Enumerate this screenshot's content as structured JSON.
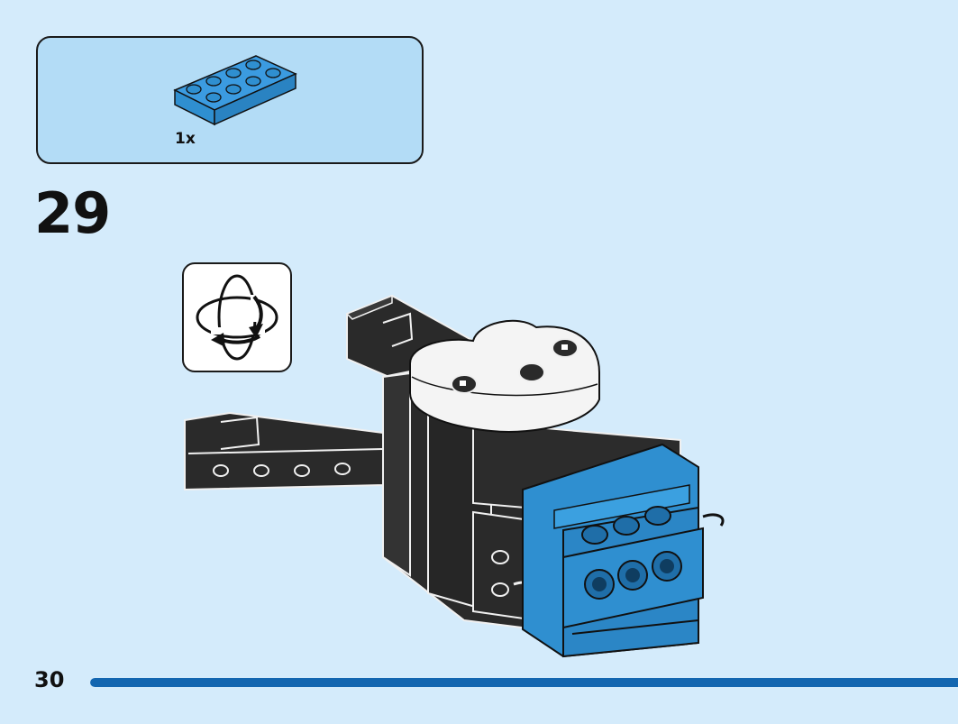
{
  "parts_callout": {
    "quantity": "1x",
    "part_color": "#2f8fd0",
    "part_description_icon": "brick-2x4-plate-icon"
  },
  "step": {
    "number": "29",
    "rotate_icon": "rotate-model-icon"
  },
  "footer": {
    "page_number": "30",
    "progress_fraction": 1.0
  },
  "colors": {
    "background": "#d4ebfb",
    "callout_background": "#b3dcf6",
    "progress_bar": "#1366b0",
    "brick_blue": "#2f8fd0",
    "brick_dark": "#2a2a2a",
    "brick_white": "#f2f2f2"
  }
}
